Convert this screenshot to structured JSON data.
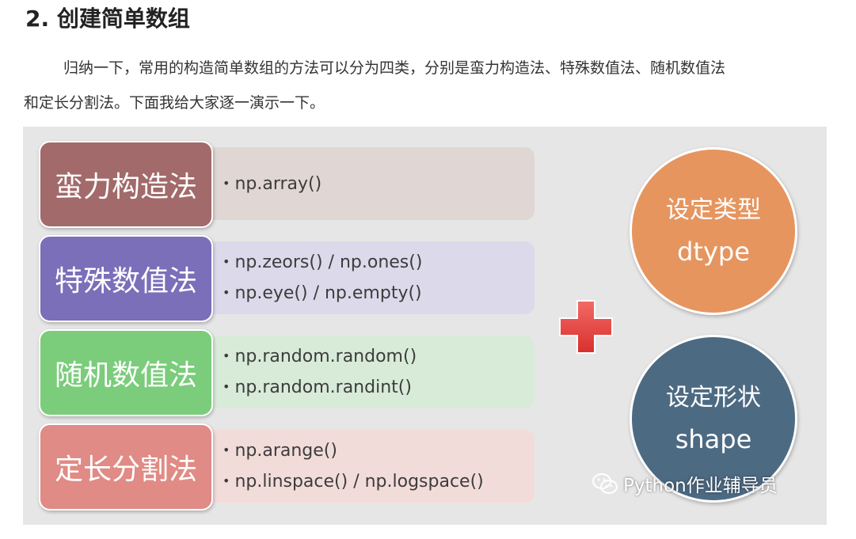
{
  "heading": "2. 创建简单数组",
  "paragraph": {
    "line1": "归纳一下，常用的构造简单数组的方法可以分为四类，分别是蛮力构造法、特殊数值法、随机数值法",
    "line2": "和定长分割法。下面我给大家逐一演示一下。"
  },
  "figure": {
    "rows": [
      {
        "label": "蛮力构造法",
        "color": "#a26a6a",
        "detail_bg": "#e0d6d4",
        "items": [
          "np.array()"
        ]
      },
      {
        "label": "特殊数值法",
        "color": "#7a6fb8",
        "detail_bg": "#dcd9ea",
        "items": [
          "np.zeors() / np.ones()",
          "np.eye() / np.empty()"
        ]
      },
      {
        "label": "随机数值法",
        "color": "#7bcc7b",
        "detail_bg": "#d8ebd8",
        "items": [
          "np.random.random()",
          "np.random.randint()"
        ]
      },
      {
        "label": "定长分割法",
        "color": "#e08b85",
        "detail_bg": "#f2dcda",
        "items": [
          "np.arange()",
          "np.linspace() / np.logspace()"
        ]
      }
    ],
    "bullet": "•",
    "plus_icon": "plus-icon",
    "plus_color": "#e8423f",
    "circles": [
      {
        "line1": "设定类型",
        "line2": "dtype",
        "color": "#e6955f"
      },
      {
        "line1": "设定形状",
        "line2": "shape",
        "color": "#4d6a83"
      }
    ],
    "watermark": "Python作业辅导员",
    "watermark_icon": "wechat-icon"
  }
}
